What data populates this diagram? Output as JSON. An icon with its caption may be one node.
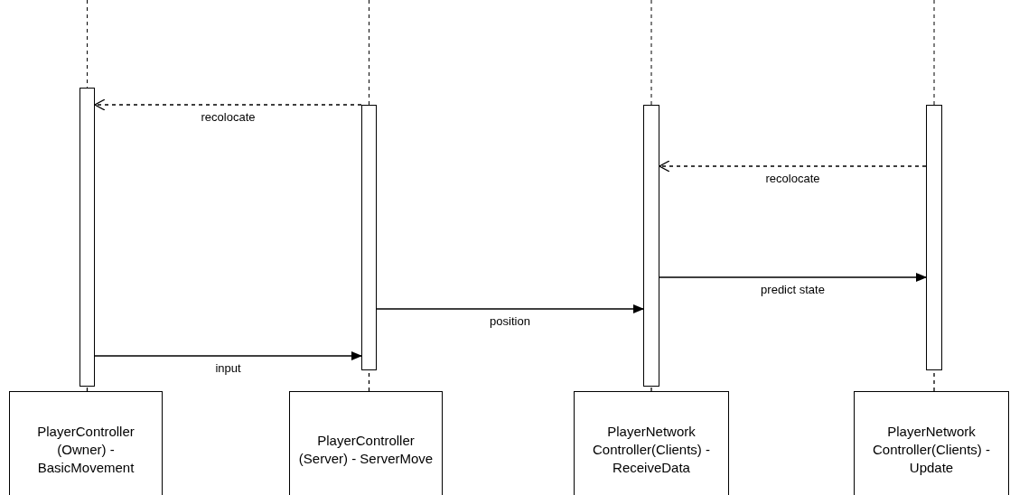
{
  "diagram": {
    "nodes": [
      {
        "text": [
          "PlayerController (Owner) - BasicMovement"
        ]
      },
      {
        "text": [
          "PlayerController (Server) - ServerMove"
        ]
      },
      {
        "text": [
          "PlayerNetwork Controller(Clients) - ReceiveData"
        ]
      },
      {
        "text": [
          "PlayerNetwork Controller(Clients) - Update"
        ]
      },
      {
        "text": [],
        "shape": "bar"
      },
      {
        "text": [],
        "shape": "bar"
      },
      {
        "text": [],
        "shape": "bar"
      },
      {
        "text": [],
        "shape": "bar"
      }
    ],
    "edges": [
      {
        "from": 0,
        "to": 4,
        "arrow": "none",
        "style": "dashed"
      },
      {
        "from": 1,
        "to": 5,
        "arrow": "none",
        "style": "dashed"
      },
      {
        "from": 2,
        "to": 6,
        "arrow": "none",
        "style": "dashed"
      },
      {
        "from": 3,
        "to": 7,
        "arrow": "none",
        "style": "dashed"
      },
      {
        "from": 5,
        "to": 4,
        "arrow": "to",
        "label": "recolocate",
        "style": "dashed"
      },
      {
        "from": 7,
        "to": 6,
        "arrow": "to",
        "label": "recolocate",
        "style": "dashed"
      },
      {
        "from": 6,
        "to": 7,
        "arrow": "to",
        "label": "predict state"
      },
      {
        "from": 5,
        "to": 6,
        "arrow": "to",
        "label": "position"
      },
      {
        "from": 4,
        "to": 5,
        "arrow": "to",
        "label": "input"
      }
    ]
  }
}
